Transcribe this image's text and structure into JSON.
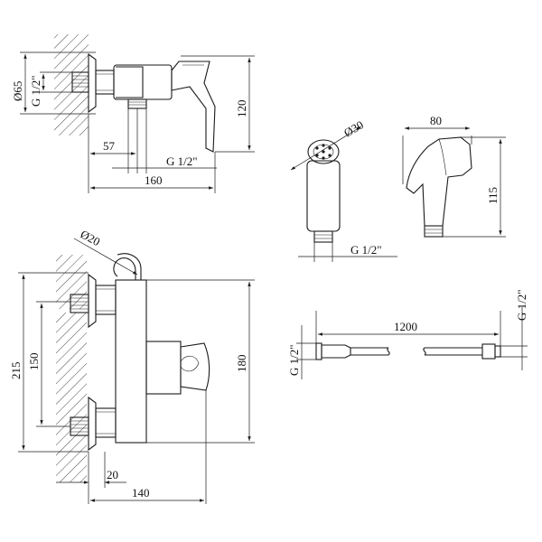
{
  "drawing": {
    "mixer_top": {
      "d65": "Ø65",
      "inlet_thread": "G 1/2\"",
      "height": "120",
      "spout_offset": "57",
      "outlet_thread": "G 1/2\"",
      "length": "160"
    },
    "head_front": {
      "d30": "Ø30",
      "thread": "G 1/2\""
    },
    "head_side": {
      "width": "80",
      "height": "115"
    },
    "mixer_front": {
      "d20": "Ø20",
      "total_height": "215",
      "centers": "150",
      "body_height": "180",
      "wall_offset": "20",
      "depth": "140"
    },
    "hose": {
      "length": "1200",
      "thread_left": "G 1/2\"",
      "thread_right": "G 1/2\""
    }
  }
}
